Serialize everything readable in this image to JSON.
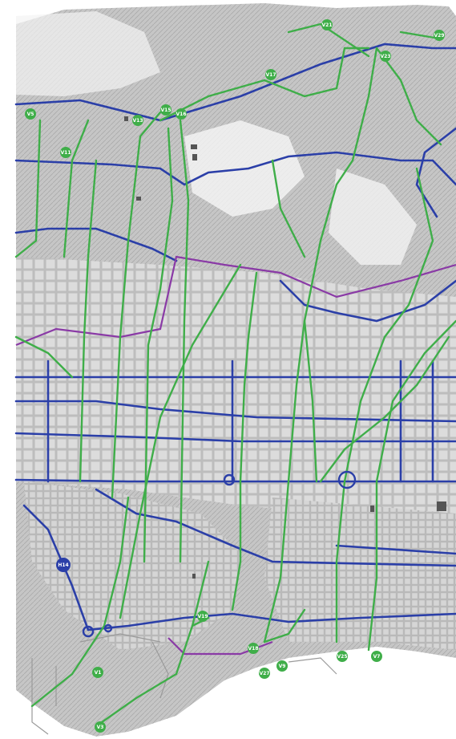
{
  "map": {
    "colors": {
      "background": "#ffffff",
      "land": "#bdbdbd",
      "street": "#f2f2f2",
      "sea": "#ffffff",
      "green_route": "#3fae49",
      "blue_route": "#2b3fa8",
      "violet_route": "#8a3aa6"
    },
    "labels": [
      {
        "id": "v21",
        "text": "V21",
        "color": "green"
      },
      {
        "id": "v29",
        "text": "V29",
        "color": "green"
      },
      {
        "id": "v23",
        "text": "V23",
        "color": "green"
      },
      {
        "id": "v17",
        "text": "V17",
        "color": "green"
      },
      {
        "id": "v5",
        "text": "V5",
        "color": "green"
      },
      {
        "id": "v13",
        "text": "V13",
        "color": "green"
      },
      {
        "id": "v15",
        "text": "V15",
        "color": "green"
      },
      {
        "id": "v16",
        "text": "V16",
        "color": "green"
      },
      {
        "id": "v11",
        "text": "V11",
        "color": "green"
      },
      {
        "id": "h14",
        "text": "H14",
        "color": "blue"
      },
      {
        "id": "v19",
        "text": "V19",
        "color": "green"
      },
      {
        "id": "v18",
        "text": "V18",
        "color": "green"
      },
      {
        "id": "v27",
        "text": "V27",
        "color": "green"
      },
      {
        "id": "v1",
        "text": "V1",
        "color": "green"
      },
      {
        "id": "v9",
        "text": "V9",
        "color": "green"
      },
      {
        "id": "v25",
        "text": "V25",
        "color": "green"
      },
      {
        "id": "v3",
        "text": "V3",
        "color": "green"
      },
      {
        "id": "v7",
        "text": "V7",
        "color": "green"
      }
    ]
  }
}
